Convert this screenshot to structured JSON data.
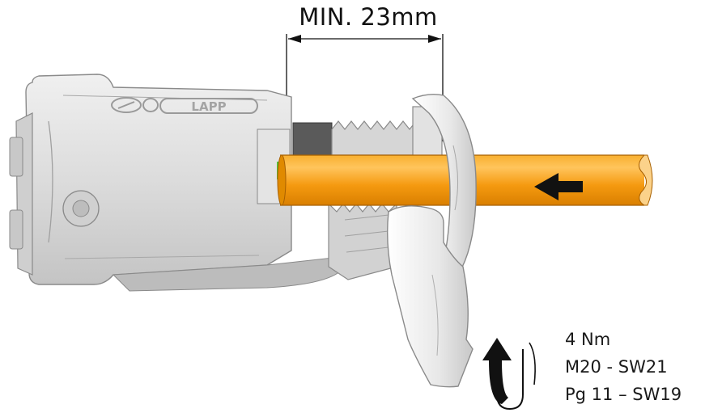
{
  "dimension": {
    "label": "MIN. 23mm"
  },
  "specs": {
    "torque": "4 Nm",
    "m20": "M20 - SW21",
    "pg11": "Pg 11 – SW19"
  },
  "brand": {
    "logo_text": "LAPP"
  },
  "colors": {
    "housing": "#dcdcdc",
    "housing_shadow": "#b4b4b4",
    "cable": "#f59a10",
    "cable_highlight": "#ffc15a",
    "arrow": "#111111",
    "seal": "#55c23a"
  },
  "icons": {
    "insertion": "left-arrow-icon",
    "tighten": "rotation-arrow-icon"
  }
}
